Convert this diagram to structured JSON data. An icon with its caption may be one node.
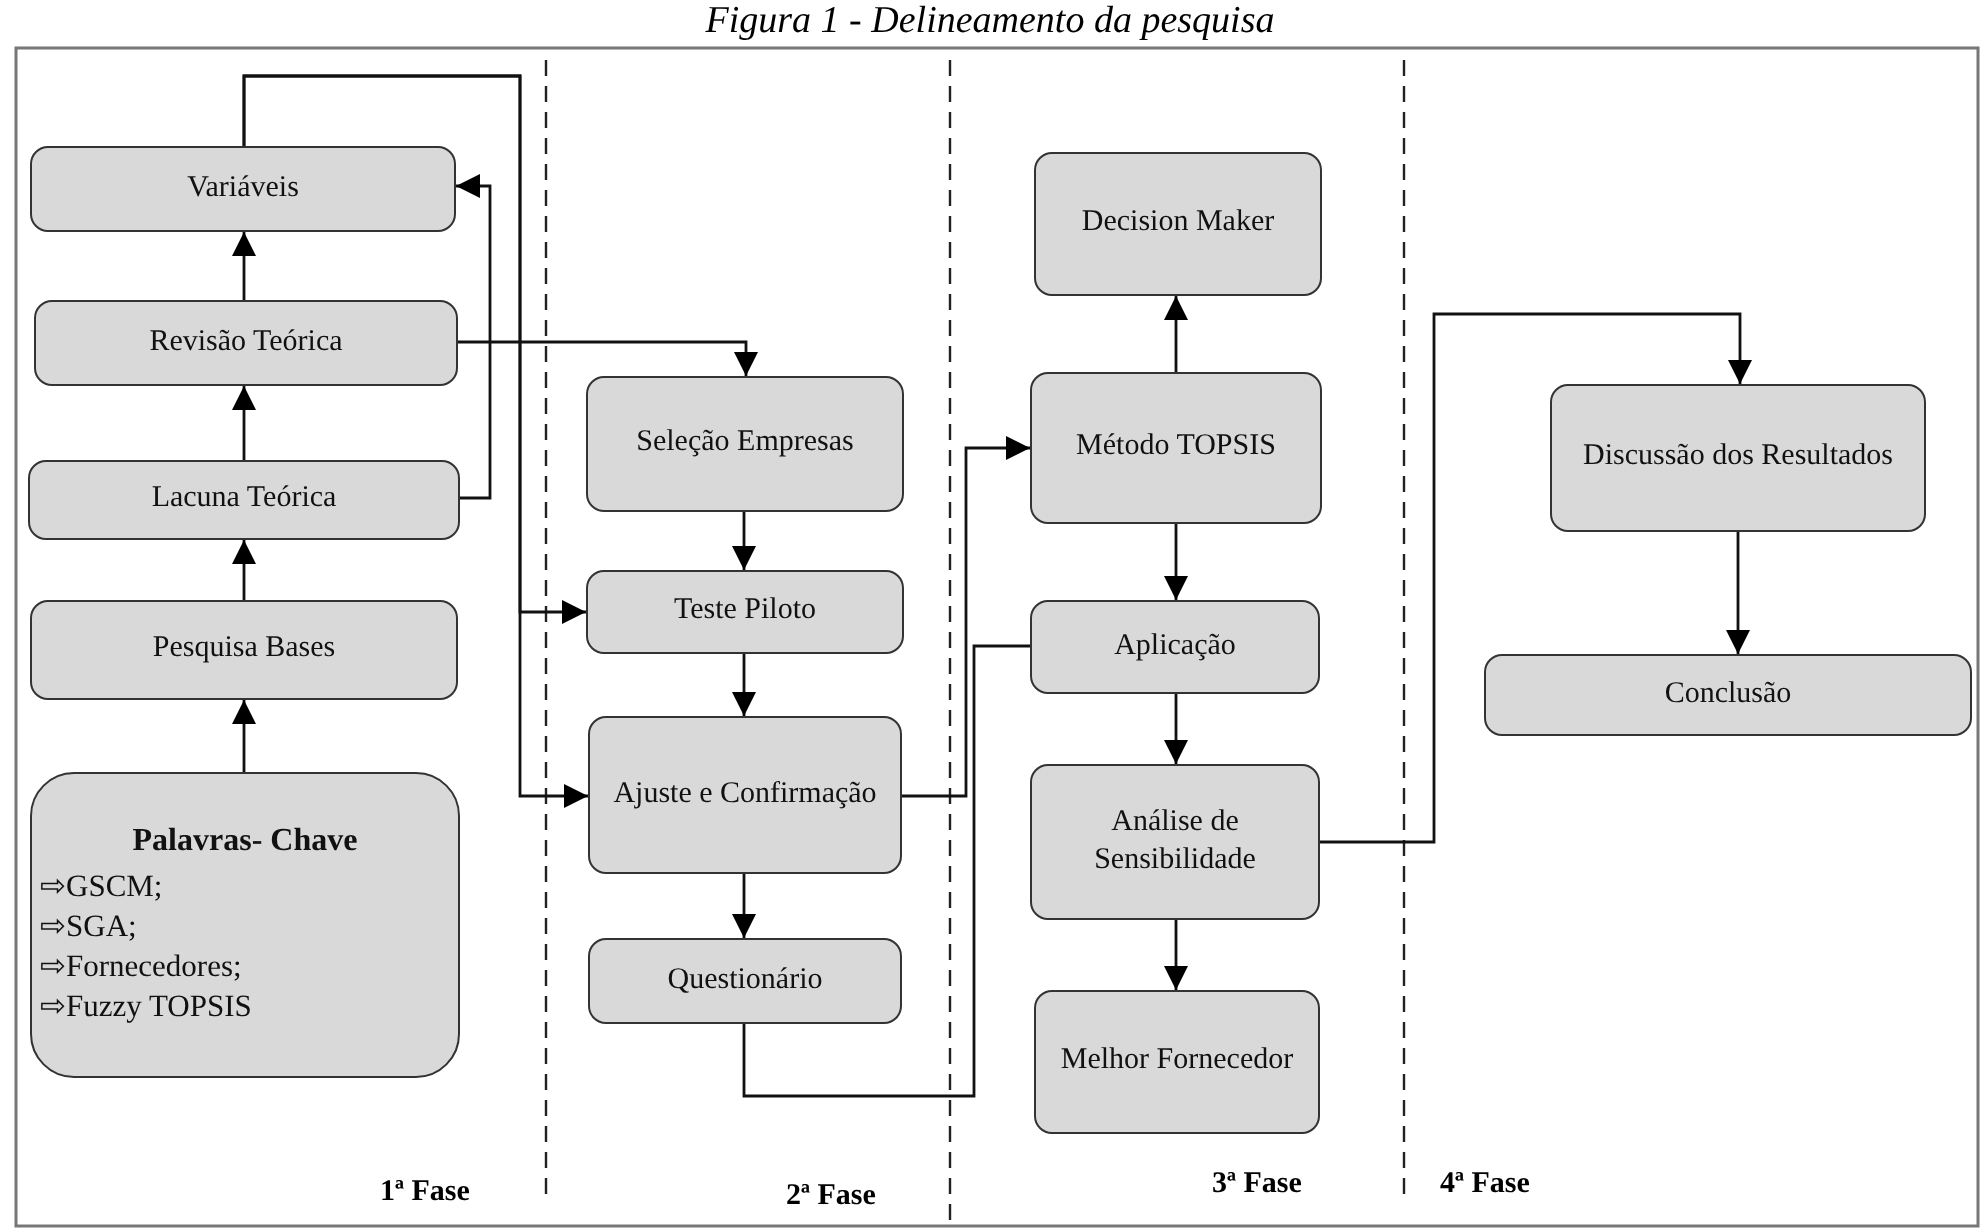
{
  "diagram": {
    "title": "Figura 1 - Delineamento da pesquisa",
    "nodes": [
      {
        "text": [
          "Variáveis"
        ]
      },
      {
        "text": [
          "Revisão Teórica"
        ]
      },
      {
        "text": [
          "Lacuna Teórica"
        ]
      },
      {
        "text": [
          "Pesquisa Bases"
        ]
      },
      {
        "text": [
          "Palavras- Chave",
          "⇨GSCM;",
          "⇨SGA;",
          "⇨Fornecedores;",
          "⇨Fuzzy TOPSIS"
        ]
      },
      {
        "text": [
          "Seleção Empresas"
        ]
      },
      {
        "text": [
          "Teste Piloto"
        ]
      },
      {
        "text": [
          "Ajuste e Confirmação"
        ]
      },
      {
        "text": [
          "Questionário"
        ]
      },
      {
        "text": [
          "Decision Maker"
        ]
      },
      {
        "text": [
          "Método TOPSIS"
        ]
      },
      {
        "text": [
          "Aplicação"
        ]
      },
      {
        "text": [
          "Análise de Sensibilidade"
        ]
      },
      {
        "text": [
          "Melhor Fornecedor"
        ]
      },
      {
        "text": [
          "Discussão dos Resultados"
        ]
      },
      {
        "text": [
          "Conclusão"
        ]
      }
    ],
    "edges": [
      {
        "from": 4,
        "to": 3,
        "arrow": "to"
      },
      {
        "from": 3,
        "to": 2,
        "arrow": "to"
      },
      {
        "from": 2,
        "to": 1,
        "arrow": "to"
      },
      {
        "from": 1,
        "to": 0,
        "arrow": "to"
      },
      {
        "from": 2,
        "to": 0,
        "arrow": "to"
      },
      {
        "from": 0,
        "to": 6,
        "arrow": "to"
      },
      {
        "from": 0,
        "to": 7,
        "arrow": "to"
      },
      {
        "from": 1,
        "to": 5,
        "arrow": "to"
      },
      {
        "from": 5,
        "to": 6,
        "arrow": "to"
      },
      {
        "from": 6,
        "to": 7,
        "arrow": "to"
      },
      {
        "from": 7,
        "to": 8,
        "arrow": "to"
      },
      {
        "from": 7,
        "to": 10,
        "arrow": "to"
      },
      {
        "from": 8,
        "to": 11,
        "arrow": "none"
      },
      {
        "from": 10,
        "to": 9,
        "arrow": "to"
      },
      {
        "from": 10,
        "to": 11,
        "arrow": "to"
      },
      {
        "from": 11,
        "to": 12,
        "arrow": "to"
      },
      {
        "from": 12,
        "to": 13,
        "arrow": "to"
      },
      {
        "from": 12,
        "to": 14,
        "arrow": "to"
      },
      {
        "from": 14,
        "to": 15,
        "arrow": "to"
      }
    ],
    "labels": [
      "1ª Fase",
      "2ª Fase",
      "3ª Fase",
      "4ª Fase"
    ]
  }
}
